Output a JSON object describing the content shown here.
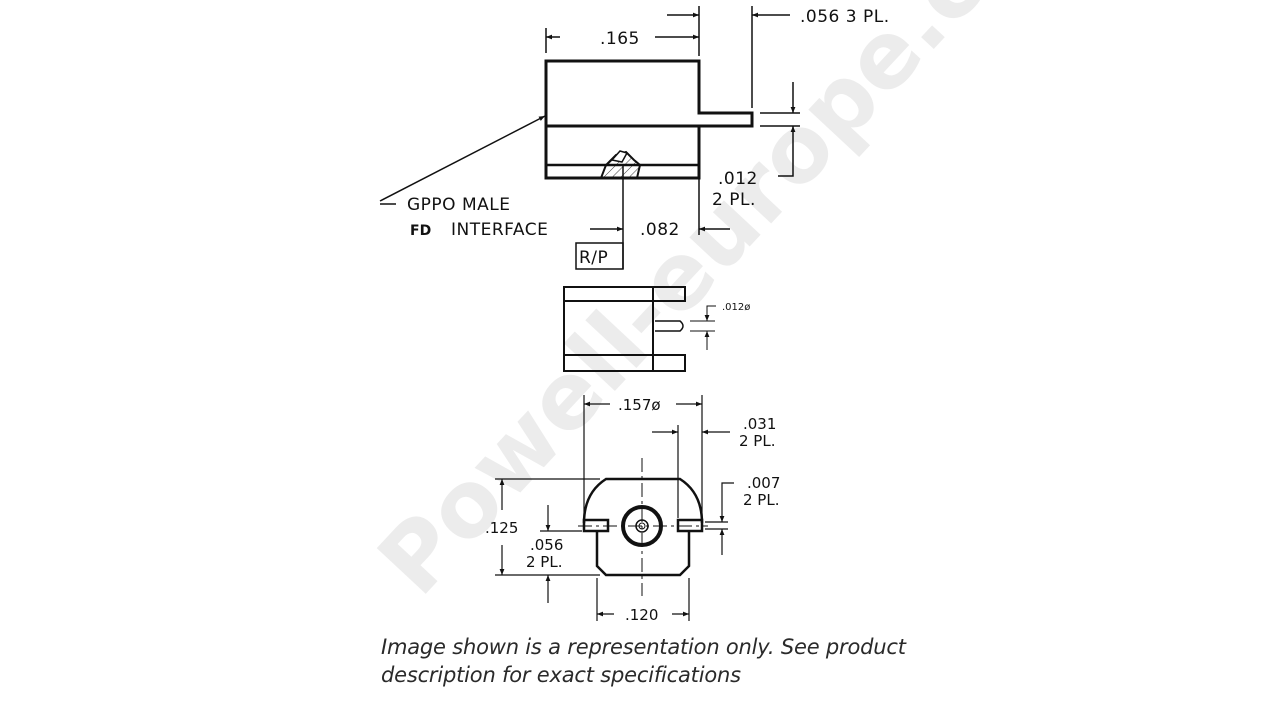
{
  "drawing": {
    "title": "GPPO male FD interface connector drawing",
    "watermark": "Powell-europe.com",
    "side_view": {
      "dims": {
        "width_165": ".165",
        "tab_056": ".056  3 PL.",
        "thickness_012": ".012",
        "thickness_012_qty": "2 PL.",
        "offset_082": ".082"
      },
      "callout_line1": "GPPO MALE",
      "callout_prefix": "FD",
      "callout_line2": "INTERFACE",
      "ref_box": "R/P"
    },
    "top_view": {
      "pin_dia": ".012ø"
    },
    "end_view": {
      "dia_157": ".157ø",
      "slot_031": ".031",
      "slot_031_qty": "2 PL.",
      "slot_007": ".007",
      "slot_007_qty": "2 PL.",
      "height_125": ".125",
      "height_056": ".056",
      "height_056_qty": "2 PL.",
      "width_120": ".120"
    }
  },
  "caption": {
    "line1": "Image shown is a representation only. See product",
    "line2": "description for exact specifications"
  }
}
